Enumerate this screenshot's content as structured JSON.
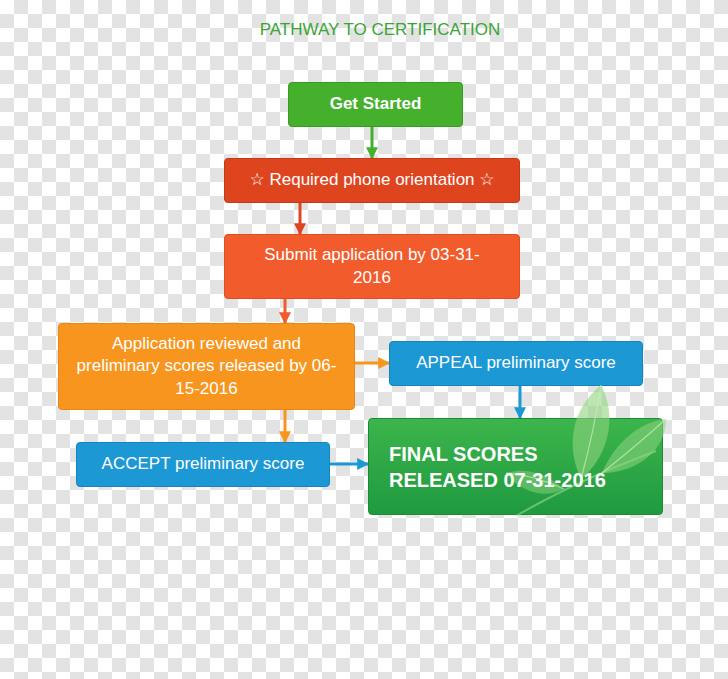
{
  "diagram": {
    "title": "PATHWAY TO CERTIFICATION",
    "nodes": [
      {
        "text": [
          "Get Started"
        ]
      },
      {
        "text": [
          "☆ Required phone orientation ☆"
        ]
      },
      {
        "text": [
          "Submit application by 03-31-2016"
        ]
      },
      {
        "text": [
          "Application reviewed and preliminary scores released by 06-15-2016"
        ]
      },
      {
        "text": [
          "APPEAL preliminary score"
        ]
      },
      {
        "text": [
          "ACCEPT preliminary score"
        ]
      },
      {
        "text": [
          "FINAL SCORES RELEASED 07-31-2016"
        ]
      }
    ],
    "edges": [
      {
        "from": 0,
        "to": 1,
        "arrow": "to"
      },
      {
        "from": 1,
        "to": 2,
        "arrow": "to"
      },
      {
        "from": 2,
        "to": 3,
        "arrow": "to"
      },
      {
        "from": 3,
        "to": 4,
        "arrow": "to"
      },
      {
        "from": 3,
        "to": 5,
        "arrow": "to"
      },
      {
        "from": 4,
        "to": 6,
        "arrow": "to"
      },
      {
        "from": 5,
        "to": 6,
        "arrow": "to"
      }
    ]
  }
}
